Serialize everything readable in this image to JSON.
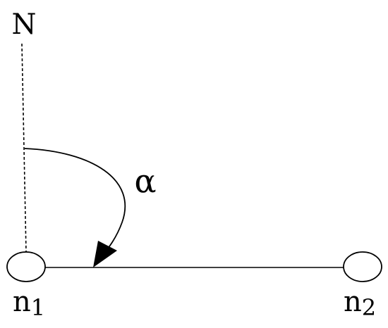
{
  "diagram": {
    "north_label": "N",
    "angle_label": "α",
    "nodes": [
      {
        "id": "n1",
        "label_main": "n",
        "label_sub": "1"
      },
      {
        "id": "n2",
        "label_main": "n",
        "label_sub": "2"
      }
    ],
    "stroke_color": "#000000",
    "background_color": "#ffffff"
  }
}
